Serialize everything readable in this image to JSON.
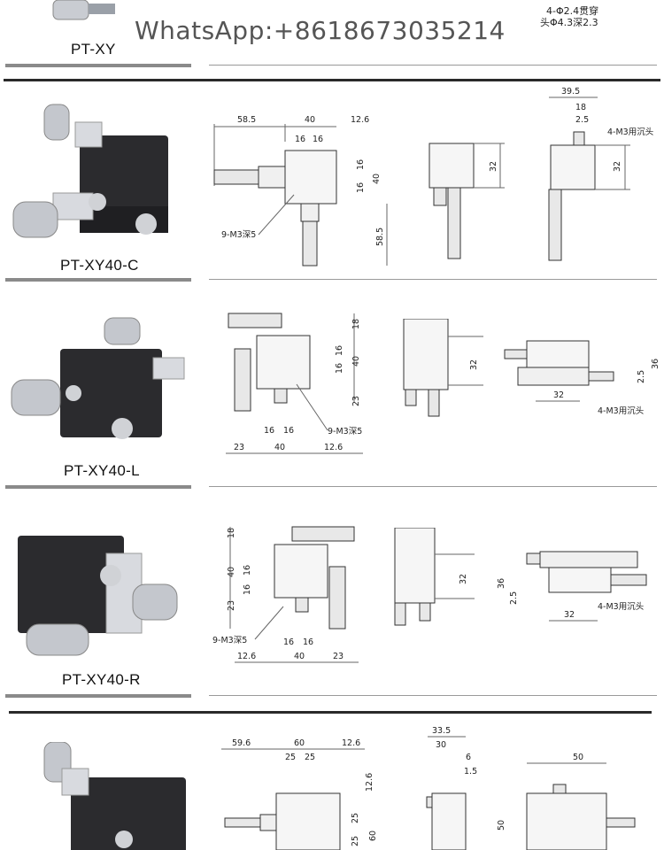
{
  "header": {
    "partial_label": "PT-XY",
    "watermark": "WhatsApp:+8618673035214",
    "note_line1": "4-Φ2.4贯穿",
    "note_line2": "头Φ4.3深2.3"
  },
  "sections": [
    {
      "label": "PT-XY40-C",
      "dims": {
        "a": "58.5",
        "b": "40",
        "c": "12.6",
        "d": "16",
        "e": "16",
        "f": "16",
        "g": "16",
        "h": "40",
        "i": "58.5",
        "j": "9-M3深5",
        "k": "32",
        "l": "39.5",
        "m": "18",
        "n": "2.5",
        "o": "4-M3用沉头",
        "p": "32"
      }
    },
    {
      "label": "PT-XY40-L",
      "dims": {
        "a": "18",
        "b": "16",
        "c": "16",
        "d": "40",
        "e": "23",
        "f": "16",
        "g": "16",
        "h": "9-M3深5",
        "i": "23",
        "j": "40",
        "k": "12.6",
        "l": "32",
        "m": "36",
        "n": "2.5",
        "o": "32",
        "p": "4-M3用沉头"
      }
    },
    {
      "label": "PT-XY40-R",
      "dims": {
        "a": "18",
        "b": "40",
        "c": "16",
        "d": "16",
        "e": "23",
        "f": "9-M3深5",
        "g": "16",
        "h": "16",
        "i": "12.6",
        "j": "40",
        "k": "23",
        "l": "32",
        "m": "36",
        "n": "2.5",
        "o": "32",
        "p": "4-M3用沉头"
      }
    },
    {
      "dims": {
        "a": "59.6",
        "b": "60",
        "c": "12.6",
        "d": "25",
        "e": "25",
        "f": "12.6",
        "g": "25",
        "h": "25",
        "i": "60",
        "j": "33.5",
        "k": "30",
        "l": "6",
        "m": "1.5",
        "n": "50",
        "o": "50"
      }
    }
  ]
}
